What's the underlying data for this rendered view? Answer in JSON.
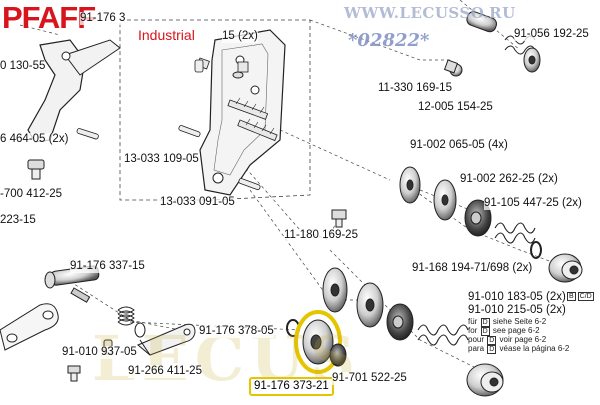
{
  "brand": {
    "logo": "PFAFF",
    "subtitle": "Industrial",
    "brand_color": "#d8141c"
  },
  "watermarks": {
    "url": "WWW.LECUSSO.RU",
    "code": "*02822*",
    "bottom": "LECUS"
  },
  "highlight_color": "#e5c400",
  "part_labels": {
    "top_cut_a": "91-176 3",
    "top_cut_b": "15 (2x)",
    "left_130": "0 130-55",
    "left_464": "6 464-05 (2x)",
    "left_700": "-700 412-25",
    "left_223": "223-15",
    "p_13033_109": "13-033 109-05",
    "p_13033_091": "13-033 091-05",
    "p_11180": "11-180 169-25",
    "p_91176_337": "91-176 337-15",
    "p_91010_937": "91-010 937-05",
    "p_91266": "91-266 411-25",
    "p_91176_378": "91-176 378-05",
    "p_91176_373": "91-176 373-21",
    "p_91701": "91-701 522-25",
    "p_11330": "11-330 169-15",
    "p_12005": "12-005 154-25",
    "p_91056": "91-056 192-25",
    "p_91002_065": "91-002 065-05 (4x)",
    "p_91002_262": "91-002 262-25 (2x)",
    "p_91105": "91-105 447-25 (2x)",
    "p_91168": "91-168 194-71/698 (2x)",
    "p_91010_183": "91-010 183-05 (2x)",
    "p_91010_215": "91-010 215-05 (2x)"
  },
  "note_b": "B",
  "note_c": "C/D",
  "notes": [
    {
      "box": "D",
      "text": "siehe Seite 6-2",
      "lead": "für"
    },
    {
      "box": "D",
      "text": "see page 6-2",
      "lead": "for"
    },
    {
      "box": "D",
      "text": "voir page 6-2",
      "lead": "pour"
    },
    {
      "box": "D",
      "text": "véase la página 6-2",
      "lead": "para"
    }
  ]
}
